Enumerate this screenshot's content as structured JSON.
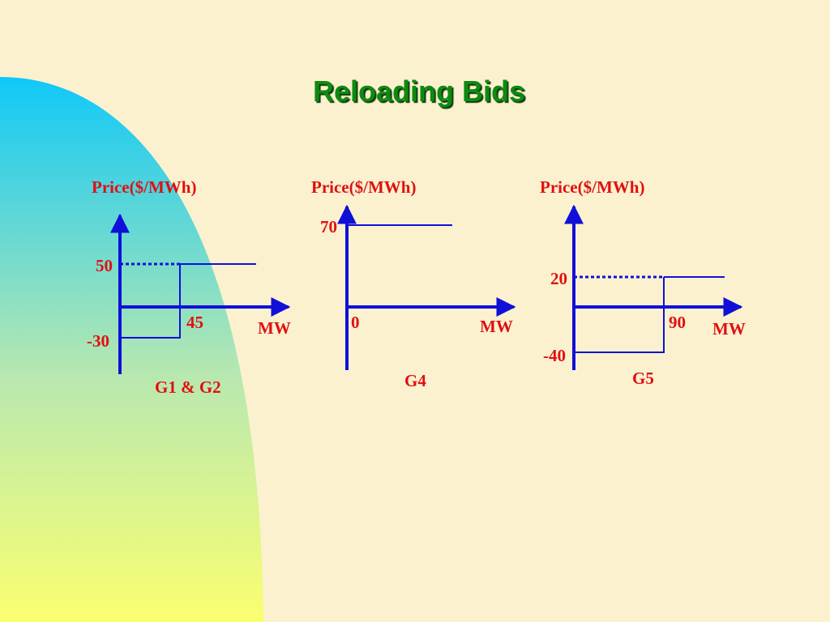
{
  "slide": {
    "title": "Reloading Bids",
    "colors": {
      "text": "#e01010",
      "line": "#1010d8",
      "title": "#0f8a0f"
    }
  },
  "diagrams": [
    {
      "id": "g1g2",
      "ylabel": "Price($/MWh)",
      "xlabel": "MW",
      "caption": "G1 & G2",
      "price_high": "50",
      "price_low": "-30",
      "quantity": "45",
      "bid_segments": [
        {
          "price": -30,
          "mw_from": 0,
          "mw_to": 45
        },
        {
          "price": 50,
          "mw_from": 45,
          "mw_to": null
        }
      ]
    },
    {
      "id": "g4",
      "ylabel": "Price($/MWh)",
      "xlabel": "MW",
      "caption": "G4",
      "price_high": "70",
      "quantity": "0",
      "bid_segments": [
        {
          "price": 70,
          "mw_from": 0,
          "mw_to": null
        }
      ]
    },
    {
      "id": "g5",
      "ylabel": "Price($/MWh)",
      "xlabel": "MW",
      "caption": "G5",
      "price_high": "20",
      "price_low": "-40",
      "quantity": "90",
      "bid_segments": [
        {
          "price": -40,
          "mw_from": 0,
          "mw_to": 90
        },
        {
          "price": 20,
          "mw_from": 90,
          "mw_to": null
        }
      ]
    }
  ]
}
